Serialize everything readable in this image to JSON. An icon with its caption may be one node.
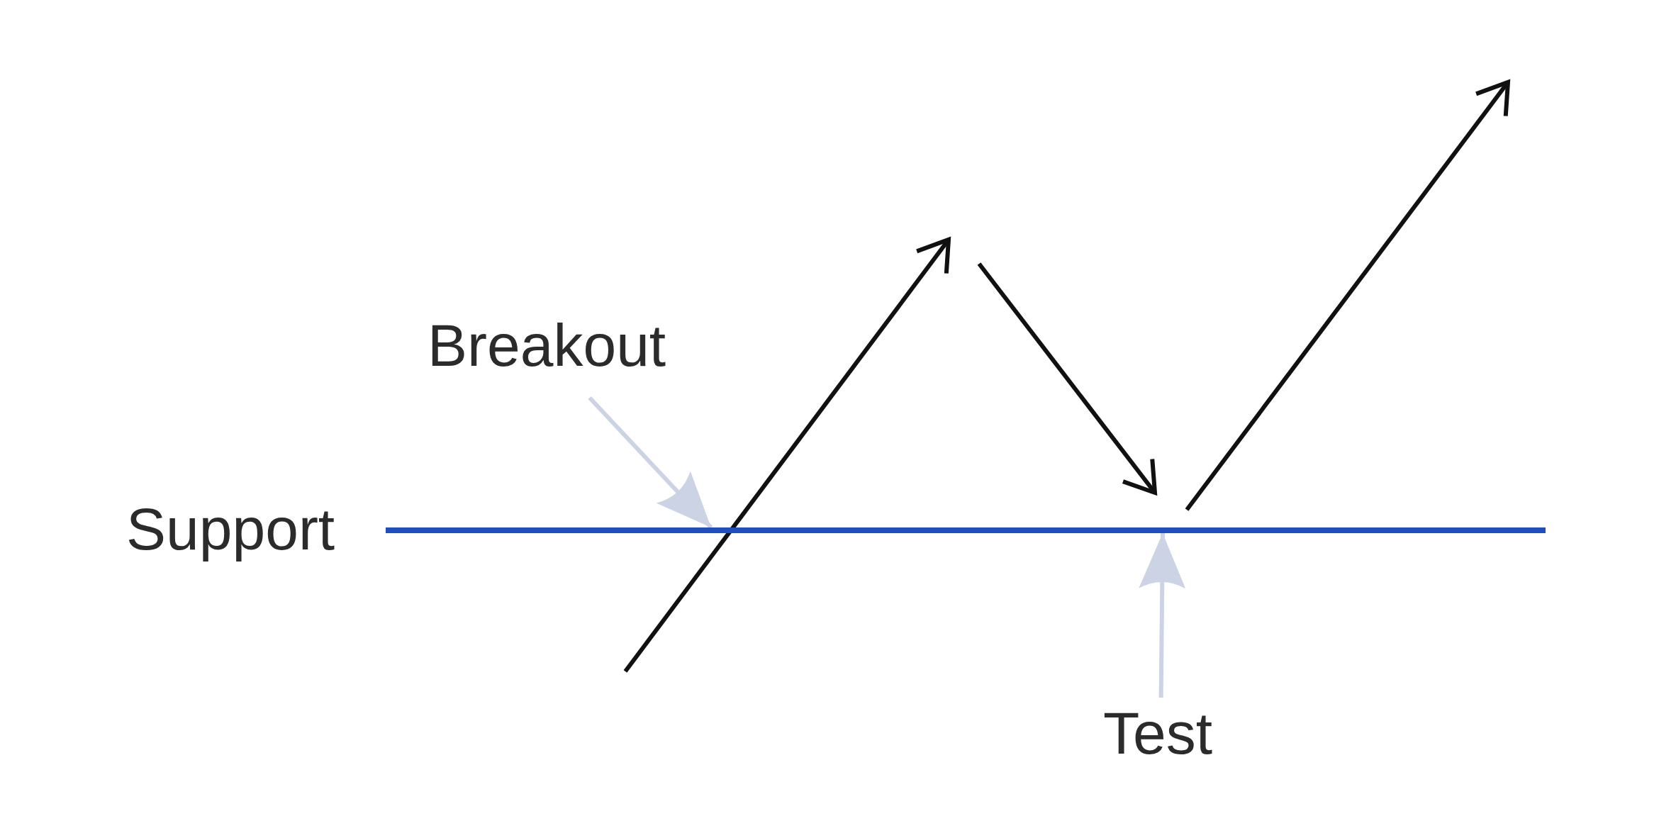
{
  "diagram": {
    "nodes": [
      {
        "text": [
          "Breakout"
        ]
      },
      {
        "text": [
          "Test"
        ]
      },
      {
        "text": [],
        "shape": "bar",
        "beside": [
          "Support"
        ]
      }
    ],
    "edges": [
      {
        "from": 0,
        "to": 2,
        "arrow": "to"
      },
      {
        "from": 1,
        "to": 2,
        "arrow": "to"
      }
    ]
  }
}
